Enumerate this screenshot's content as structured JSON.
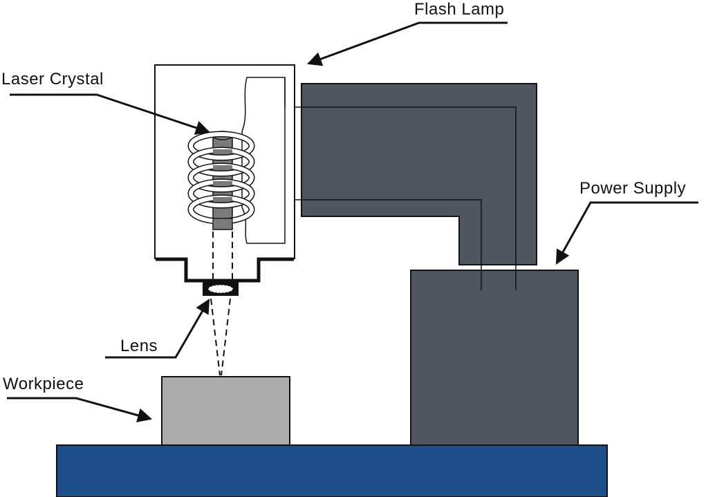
{
  "labels": {
    "flash_lamp": "Flash Lamp",
    "laser_crystal": "Laser Crystal",
    "power_supply": "Power Supply",
    "lens": "Lens",
    "workpiece": "Workpiece"
  },
  "colors": {
    "base": "#1f4e8c",
    "dark_housing": "#50565f",
    "workpiece": "#acacac",
    "crystal_rod": "#7a7a7a",
    "outline": "#111111"
  }
}
